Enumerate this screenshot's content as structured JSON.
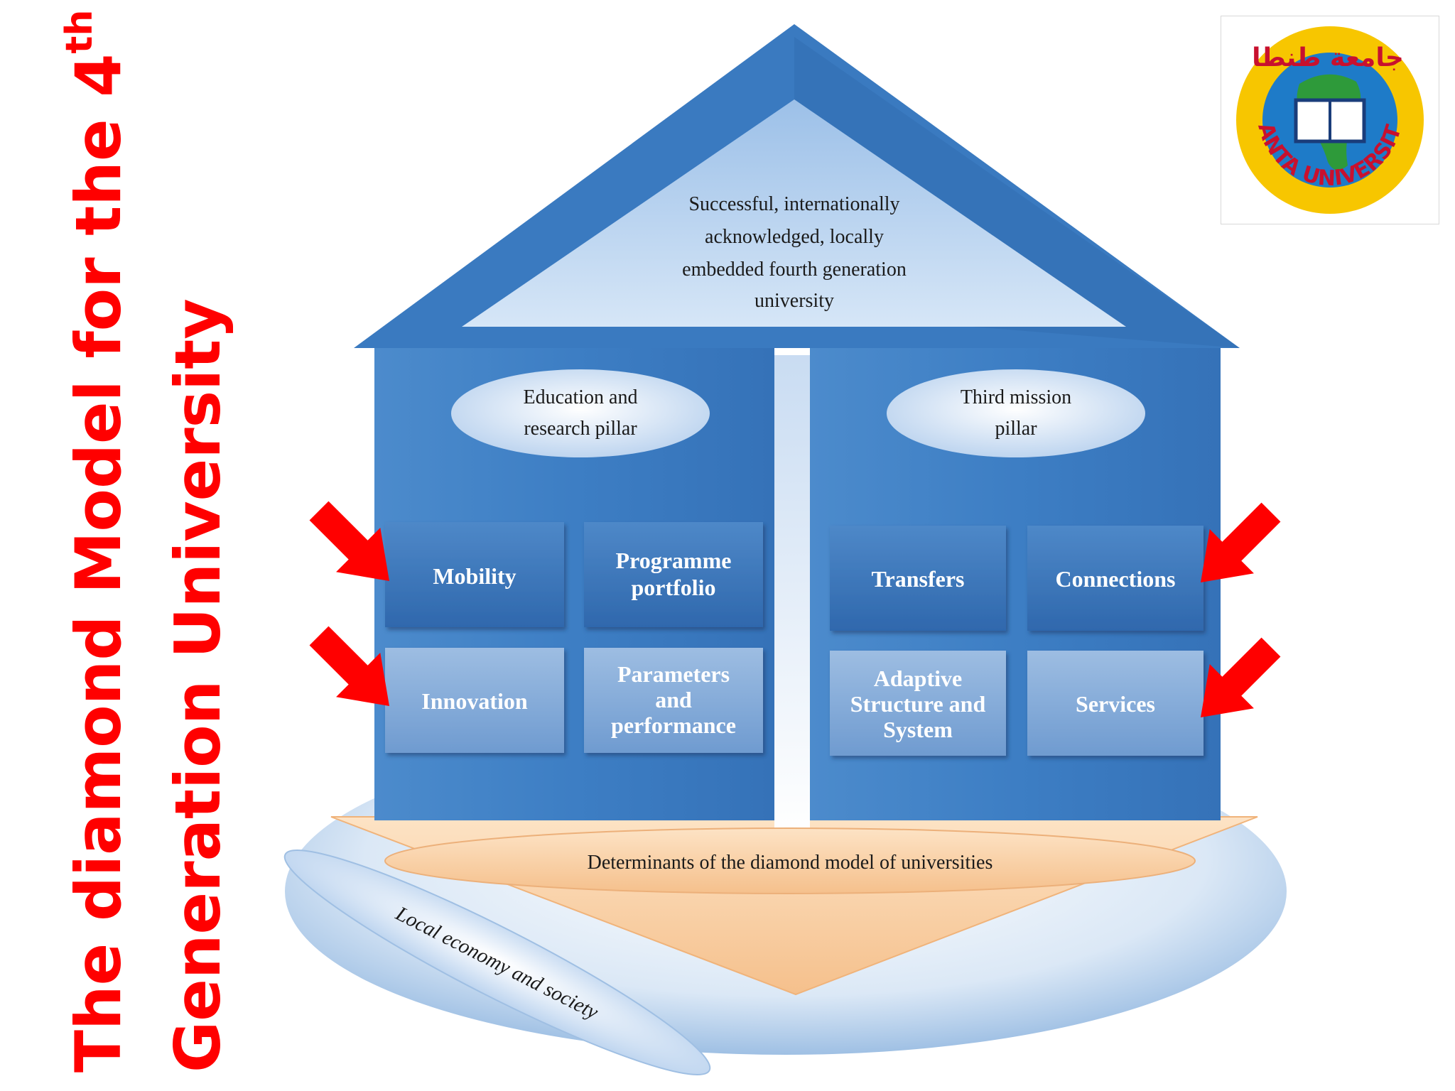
{
  "title": {
    "line1_text": "The diamond Model for the 4",
    "line1_sup": "th",
    "line2": "Generation University"
  },
  "logo": {
    "arabic_text": "جامعة طنطا",
    "english_text": "TANTA UNIVERSITY",
    "colors": {
      "ring": "#f7c600",
      "inner": "#1e7bc8",
      "land": "#2e9a3a",
      "text": "#c8102e"
    }
  },
  "diagram": {
    "roof_text": [
      "Successful, internationally",
      "acknowledged, locally",
      "embedded fourth generation",
      "university"
    ],
    "left_pillar": {
      "label": [
        "Education and",
        "research pillar"
      ],
      "boxes": [
        {
          "lines": [
            "Mobility"
          ]
        },
        {
          "lines": [
            "Programme",
            "portfolio"
          ]
        },
        {
          "lines": [
            "Innovation"
          ]
        },
        {
          "lines": [
            "Parameters",
            "and",
            "performance"
          ]
        }
      ]
    },
    "right_pillar": {
      "label": [
        "Third mission",
        "pillar"
      ],
      "boxes": [
        {
          "lines": [
            "Transfers"
          ]
        },
        {
          "lines": [
            "Connections"
          ]
        },
        {
          "lines": [
            "Adaptive",
            "Structure and",
            "System"
          ]
        },
        {
          "lines": [
            "Services"
          ]
        }
      ]
    },
    "foundation_text": "Determinants of the diamond model of universities",
    "base_text": "Local economy and society",
    "colors": {
      "house": "#3f7fc3",
      "roof_inner": "#c9dcf2",
      "box": "#5d93cf",
      "arrow": "#ff0000",
      "foundation": "#f8d2a8"
    }
  }
}
